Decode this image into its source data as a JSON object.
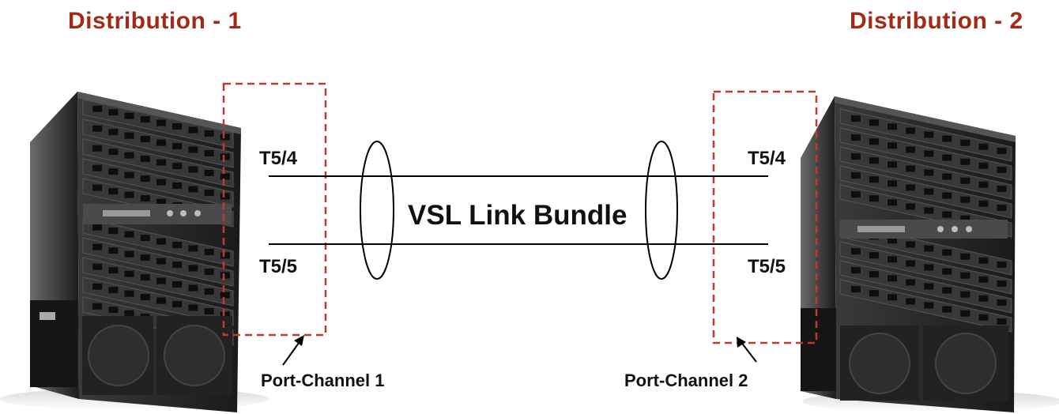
{
  "devices": {
    "left": {
      "title": "Distribution - 1",
      "port_top": "T5/4",
      "port_bottom": "T5/5",
      "port_channel": "Port-Channel 1"
    },
    "right": {
      "title": "Distribution - 2",
      "port_top": "T5/4",
      "port_bottom": "T5/5",
      "port_channel": "Port-Channel 2"
    }
  },
  "link_bundle": {
    "label": "VSL Link Bundle"
  },
  "colors": {
    "title": "#a32a17",
    "port_channel_box": "#c0392b",
    "chassis": "#2b2b2b",
    "line": "#000000"
  },
  "icons": [
    "switch-chassis",
    "dashed-selection-box",
    "ellipse-bundle-marker",
    "arrow"
  ]
}
